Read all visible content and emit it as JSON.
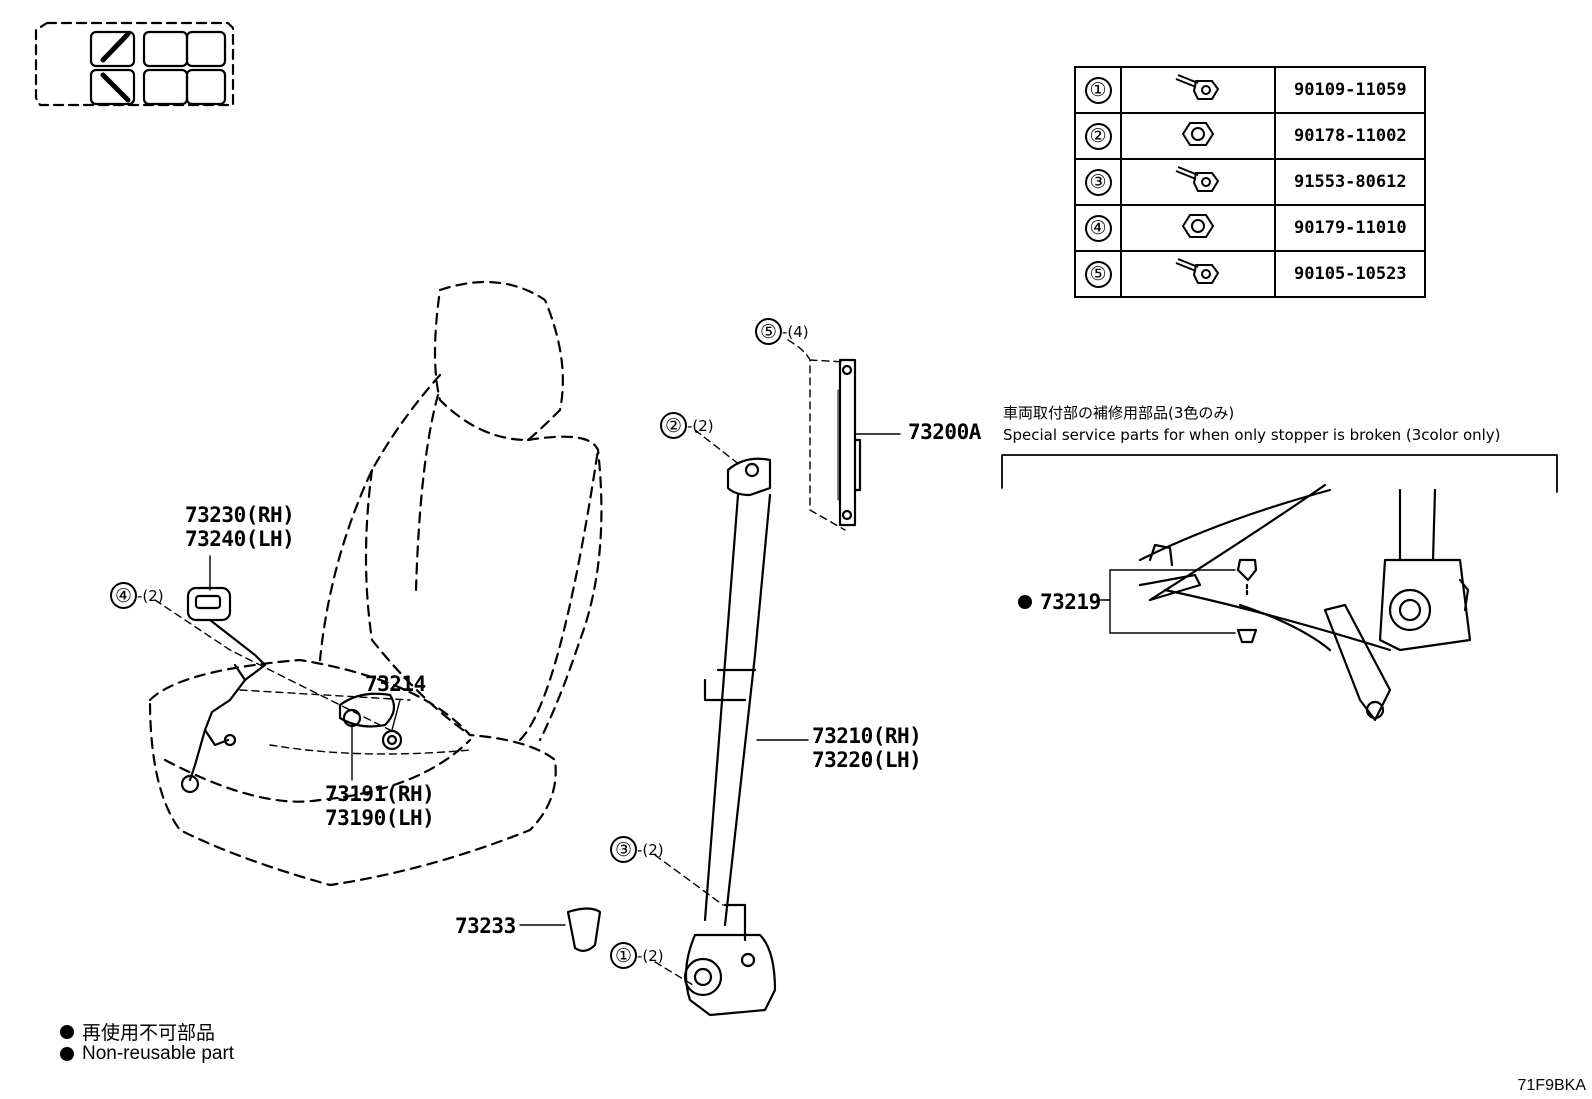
{
  "parts_table": [
    {
      "symbol": "①",
      "part_no": "90109-11059",
      "icon": "bolt-icon"
    },
    {
      "symbol": "②",
      "part_no": "90178-11002",
      "icon": "nut-icon"
    },
    {
      "symbol": "③",
      "part_no": "91553-80612",
      "icon": "bolt-icon"
    },
    {
      "symbol": "④",
      "part_no": "90179-11010",
      "icon": "nut-icon"
    },
    {
      "symbol": "⑤",
      "part_no": "90105-10523",
      "icon": "bolt-icon"
    }
  ],
  "labels": {
    "buckle_rh": "73230(RH)",
    "buckle_lh": "73240(LH)",
    "part_73214": "73214",
    "anchor_rh": "73191(RH)",
    "anchor_lh": "73190(LH)",
    "part_73233": "73233",
    "belt_rh": "73210(RH)",
    "belt_lh": "73220(LH)",
    "adjuster": "73200A",
    "stopper": "73219"
  },
  "refs": {
    "ref5": {
      "symbol": "⑤",
      "qty": "-(4)"
    },
    "ref2": {
      "symbol": "②",
      "qty": "-(2)"
    },
    "ref4": {
      "symbol": "④",
      "qty": "-(2)"
    },
    "ref3": {
      "symbol": "③",
      "qty": "-(2)"
    },
    "ref1": {
      "symbol": "①",
      "qty": "-(2)"
    }
  },
  "special_note": {
    "jp": "車両取付部の補修用部品(3色のみ)",
    "en": "Special service parts for when only stopper is broken (3color only)"
  },
  "legend": {
    "jp": "再使用不可部品",
    "en": "Non-reusable part"
  },
  "illustration_code": "71F9BKA"
}
